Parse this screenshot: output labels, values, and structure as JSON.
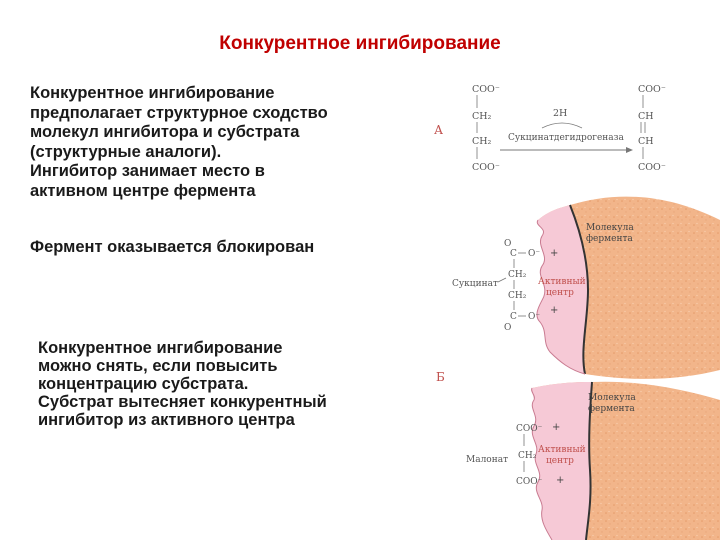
{
  "title": "Конкурентное ингибирование",
  "paragraph1": [
    "Конкурентное ингибирование",
    "предполагает структурное сходство",
    "молекул ингибитора и субстрата",
    "(структурные аналоги).",
    "Ингибитор занимает место в",
    "активном центре фермента"
  ],
  "paragraph1_extra": "Фермент оказывается блокирован",
  "paragraph2": [
    "Конкурентное ингибирование",
    "можно снять, если повысить",
    "концентрацию субстрата.",
    "Субстрат вытесняет конкурентный",
    "ингибитор из активного центра"
  ],
  "figure": {
    "panel_a_label": "А",
    "panel_b_label": "Б",
    "reaction": {
      "left": [
        "COO⁻",
        "CH₂",
        "CH₂",
        "COO⁻"
      ],
      "right": [
        "COO⁻",
        "CH",
        "CH",
        "COO⁻"
      ],
      "cofactor": "2H",
      "enzyme": "Сукцинатдегидрогеназа"
    },
    "enzyme_molecule": [
      "Молекула",
      "фермента"
    ],
    "active_center": [
      "Активный",
      "центр"
    ],
    "succinate": {
      "name": "Сукцинат",
      "formula": [
        "O",
        "C",
        "O⁻",
        "CH₂",
        "CH₂",
        "C",
        "O",
        "O⁻"
      ]
    },
    "malonate": {
      "name": "Малонат",
      "formula": [
        "COO⁻",
        "CH₂",
        "COO⁻"
      ]
    },
    "plus": "+"
  },
  "colors": {
    "title": "#c00000",
    "text": "#1a1a1a",
    "enzyme_fill": "#f2b58a",
    "active_center_fill": "#f6c9d6",
    "label_red": "#c0504d"
  }
}
